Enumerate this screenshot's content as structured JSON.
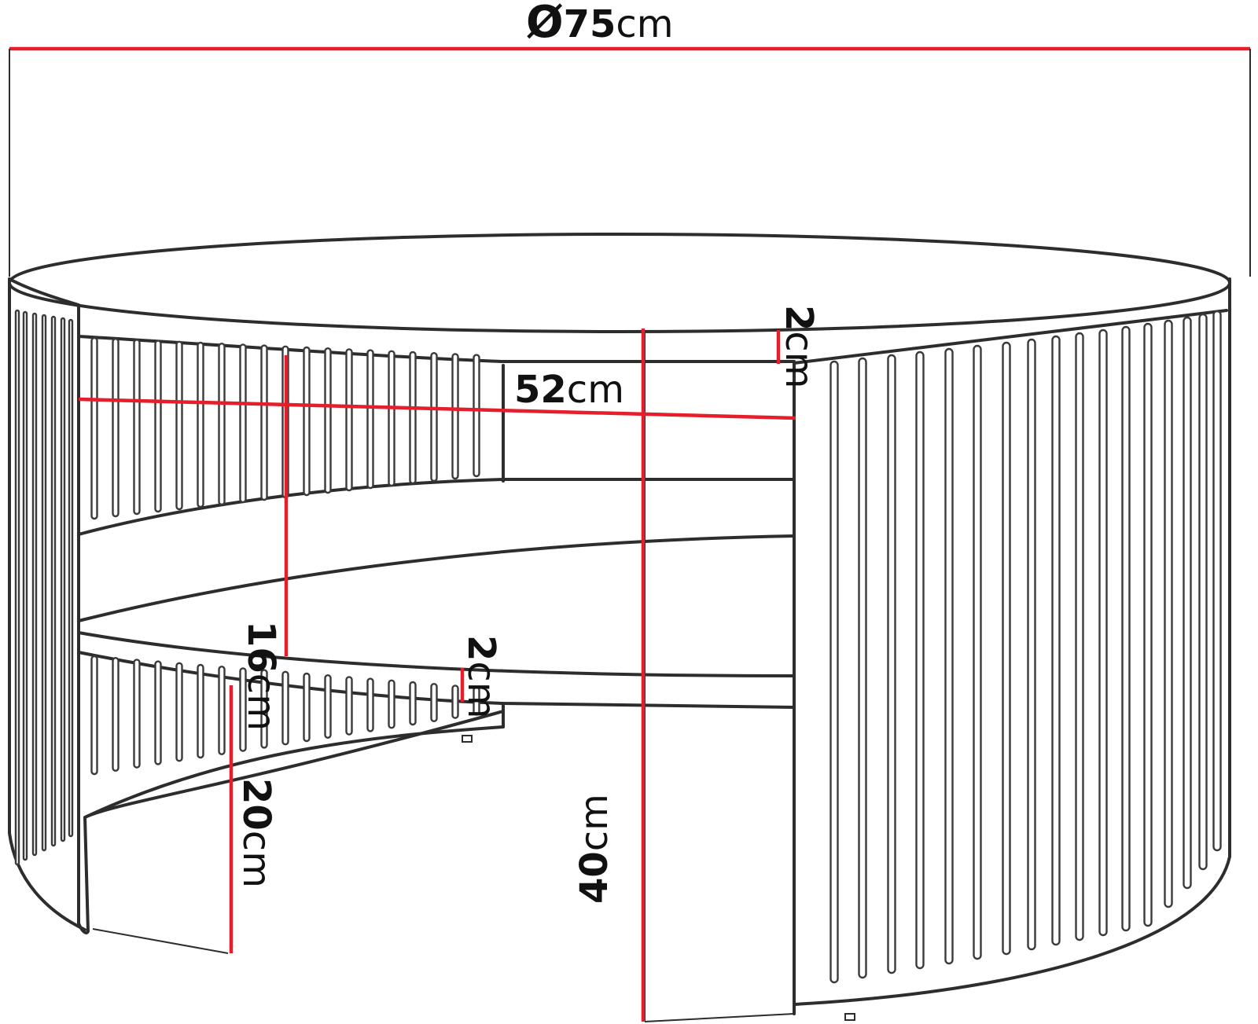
{
  "diagram": {
    "dimensions": {
      "diameter": {
        "symbol": "Ø",
        "value": "75",
        "unit": "cm"
      },
      "depth": {
        "value": "52",
        "unit": "cm"
      },
      "top_thickness": {
        "value": "2",
        "unit": "cm"
      },
      "inner_height": {
        "value": "16",
        "unit": "cm"
      },
      "shelf_thickness": {
        "value": "2",
        "unit": "cm"
      },
      "lower_height": {
        "value": "20",
        "unit": "cm"
      },
      "total_height": {
        "value": "40",
        "unit": "cm"
      }
    },
    "colors": {
      "dimension_line": "#e41e2b",
      "outline": "#2d2d2d",
      "text": "#111111",
      "background": "#ffffff"
    }
  }
}
